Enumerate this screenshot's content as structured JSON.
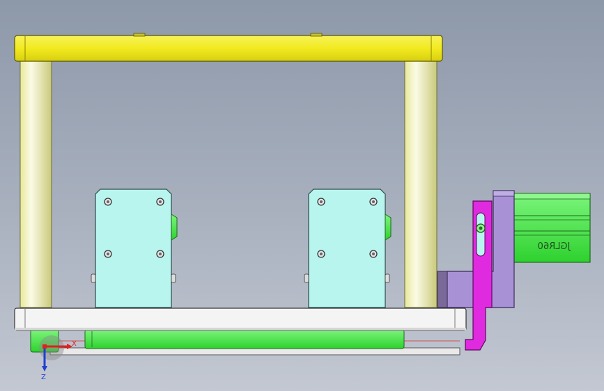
{
  "model": {
    "part_engraving": "JGLR60",
    "triad": {
      "x_label": "X",
      "z_label": "Z"
    }
  },
  "colors": {
    "viewport_top": "#8d98a9",
    "viewport_bottom": "#c3c8d2",
    "top_beam": "#f4ee2a",
    "posts": "#f3f3c4",
    "base_plate": "#f1f1f1",
    "sensor_blocks": "#b8f5ef",
    "green_parts": "#4cec4c",
    "magenta_clamp": "#e02ae0",
    "purple_bracket": "#a991d6",
    "axis_x": "#e02020",
    "axis_z": "#2040d0"
  }
}
